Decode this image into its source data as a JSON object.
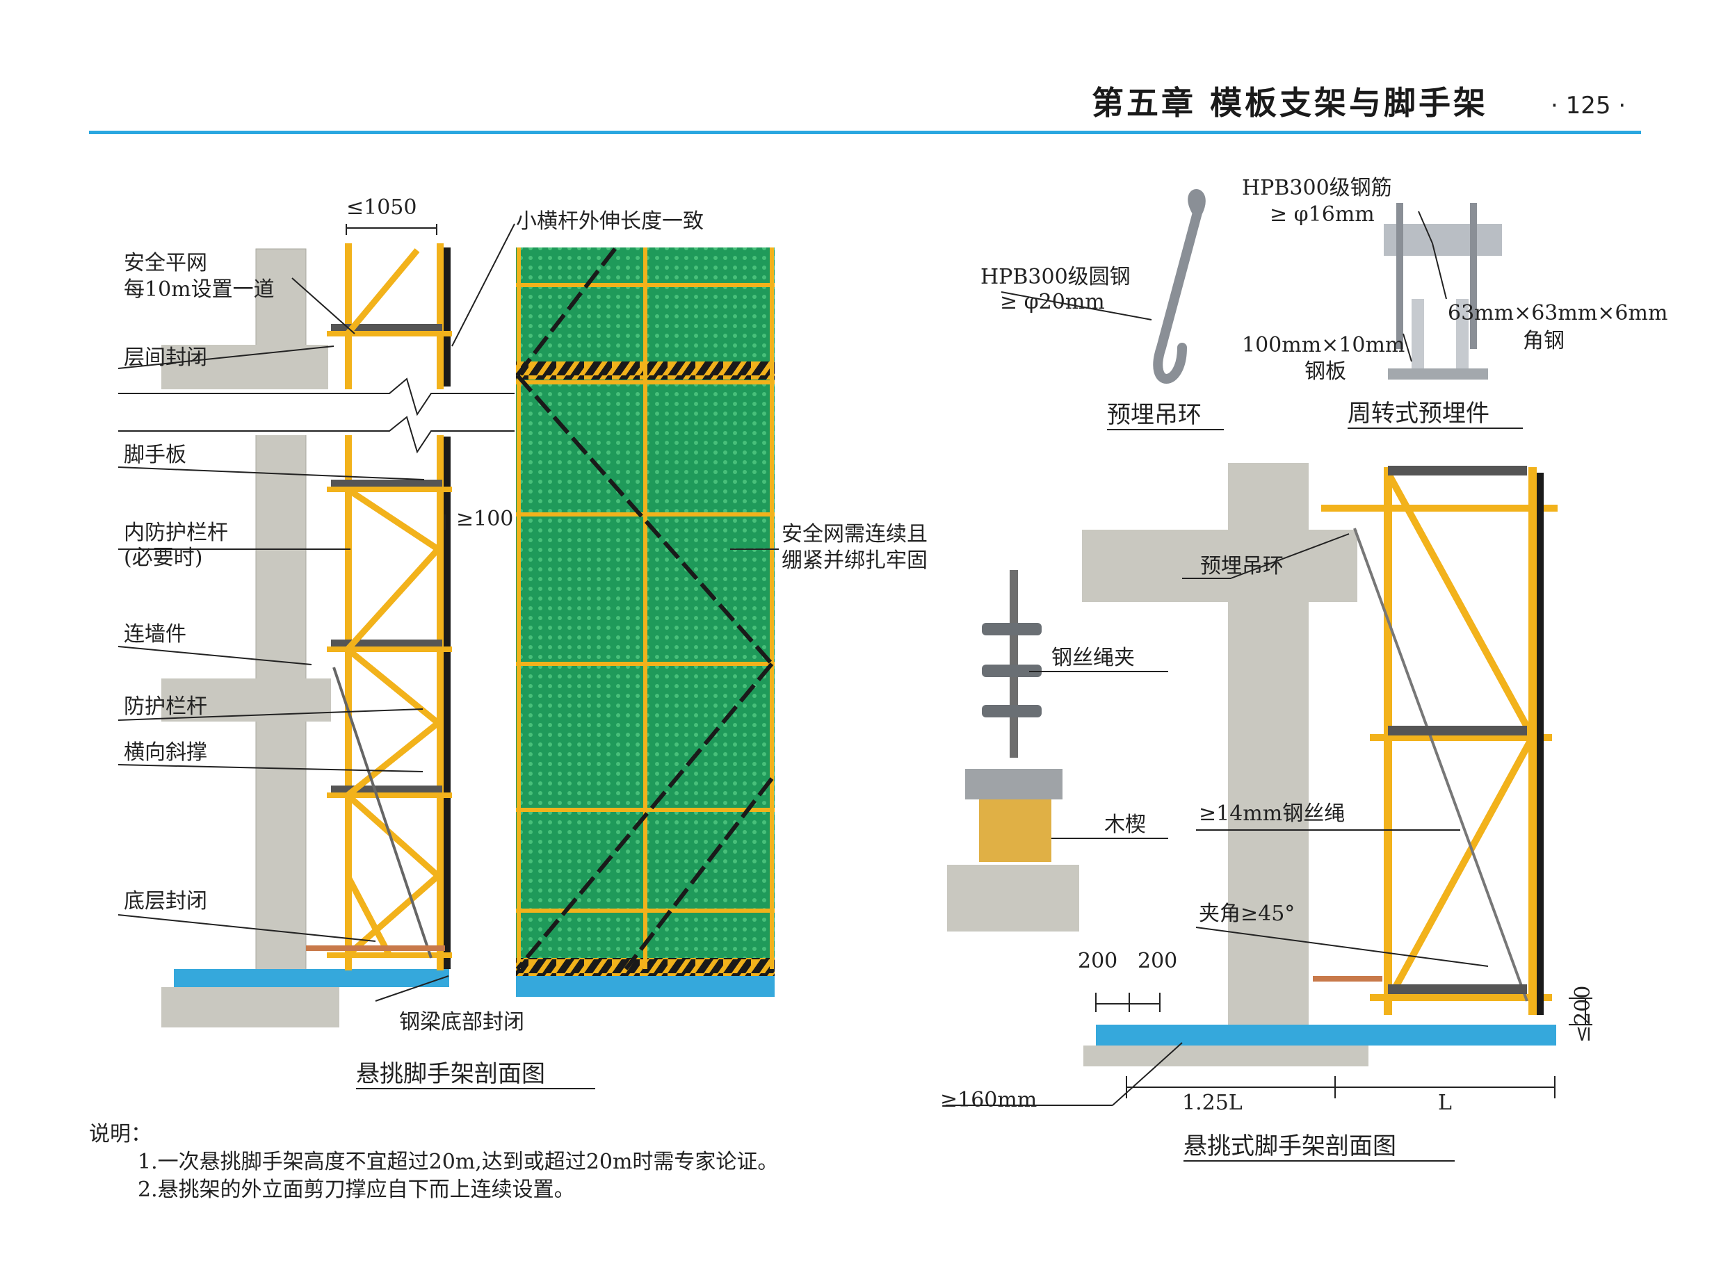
{
  "header": {
    "title": "第五章  模板支架与脚手架",
    "page": "· 125 ·",
    "accent": "#2aa7e0"
  },
  "left_section": {
    "caption": "悬挑脚手架剖面图",
    "dim_top": "≤1050",
    "dim_gap": "≥100",
    "labels": {
      "safety_net_1": "安全平网",
      "safety_net_2": "每10m设置一道",
      "floor_closure": "层间封闭",
      "scaffold_board": "脚手板",
      "inner_rail_1": "内防护栏杆",
      "inner_rail_2": "(必要时)",
      "wall_tie": "连墙件",
      "guard_rail": "防护栏杆",
      "cross_brace": "横向斜撑",
      "bottom_closure": "底层封闭",
      "beam_bottom_closure": "钢梁底部封闭",
      "small_bar": "小横杆外伸长度一致",
      "net_note_1": "安全网需连续且",
      "net_note_2": "绷紧并绑扎牢固"
    }
  },
  "right_section": {
    "caption": "悬挑式脚手架剖面图",
    "hook_caption": "预埋吊环",
    "hook_material_1": "HPB300级圆钢",
    "hook_material_2": "≥ φ20mm",
    "embed_caption": "周转式预埋件",
    "embed_rebar_1": "HPB300级钢筋",
    "embed_rebar_2": "≥ φ16mm",
    "angle_steel_1": "63mm×63mm×6mm",
    "angle_steel_2": "角钢",
    "plate_1": "100mm×10mm",
    "plate_2": "钢板",
    "labels": {
      "hook": "预埋吊环",
      "clamp": "钢丝绳夹",
      "wedge": "木楔",
      "rope": "≥14mm钢丝绳",
      "angle": "夹角≥45°",
      "dim_200a": "200",
      "dim_200b": "200",
      "dim_lt200": "≤200",
      "dim_160": "≥160mm",
      "dim_125L": "1.25L",
      "dim_L": "L"
    }
  },
  "notes": {
    "title": "说明：",
    "items": [
      "1.一次悬挑脚手架高度不宜超过20m,达到或超过20m时需专家论证。",
      "2.悬挑架的外立面剪刀撑应自下而上连续设置。"
    ]
  },
  "colors": {
    "scaffold": "#f2b21b",
    "concrete": "#c9c8c0",
    "net": "#1f9a5a",
    "beam": "#35a8dc"
  }
}
